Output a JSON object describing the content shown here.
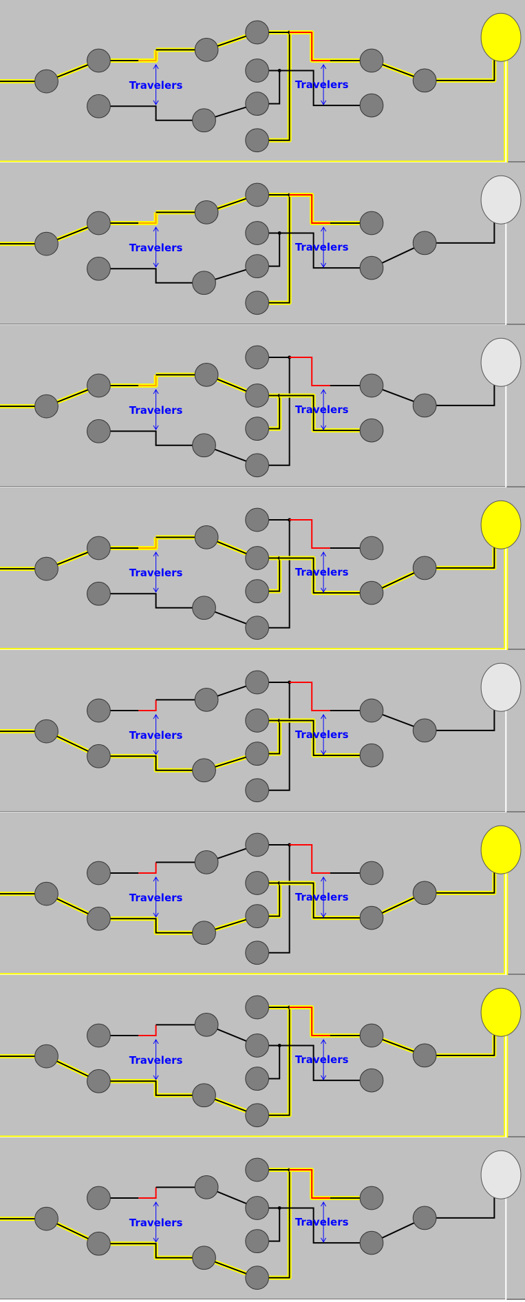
{
  "colors": {
    "background": "#c0c0c0",
    "separator": "#7f7f7f",
    "wire": "#000000",
    "live_glow": "#ffff00",
    "jumper_live": "#ff0000",
    "jumper_current": "#ffa500",
    "terminal_fill": "#7f7f7f",
    "terminal_stroke": "#333333",
    "lamp_on": "#ffff00",
    "lamp_off": "#e6e6e6",
    "label": "#0000ff",
    "return_wire": "#ffffff"
  },
  "diagram": {
    "label_left": "Travelers",
    "label_right": "Travelers"
  },
  "panels": [
    {
      "lamp_on": true,
      "left": "top",
      "mid_top": "up",
      "mid_bottom": "up",
      "right": "top"
    },
    {
      "lamp_on": false,
      "left": "top",
      "mid_top": "up",
      "mid_bottom": "up",
      "right": "bottom"
    },
    {
      "lamp_on": false,
      "left": "top",
      "mid_top": "down",
      "mid_bottom": "down",
      "right": "top"
    },
    {
      "lamp_on": true,
      "left": "top",
      "mid_top": "down",
      "mid_bottom": "down",
      "right": "bottom"
    },
    {
      "lamp_on": false,
      "left": "bottom",
      "mid_top": "up",
      "mid_bottom": "up",
      "right": "top"
    },
    {
      "lamp_on": true,
      "left": "bottom",
      "mid_top": "up",
      "mid_bottom": "up",
      "right": "bottom"
    },
    {
      "lamp_on": true,
      "left": "bottom",
      "mid_top": "down",
      "mid_bottom": "down",
      "right": "top"
    },
    {
      "lamp_on": false,
      "left": "bottom",
      "mid_top": "down",
      "mid_bottom": "down",
      "right": "bottom"
    }
  ]
}
